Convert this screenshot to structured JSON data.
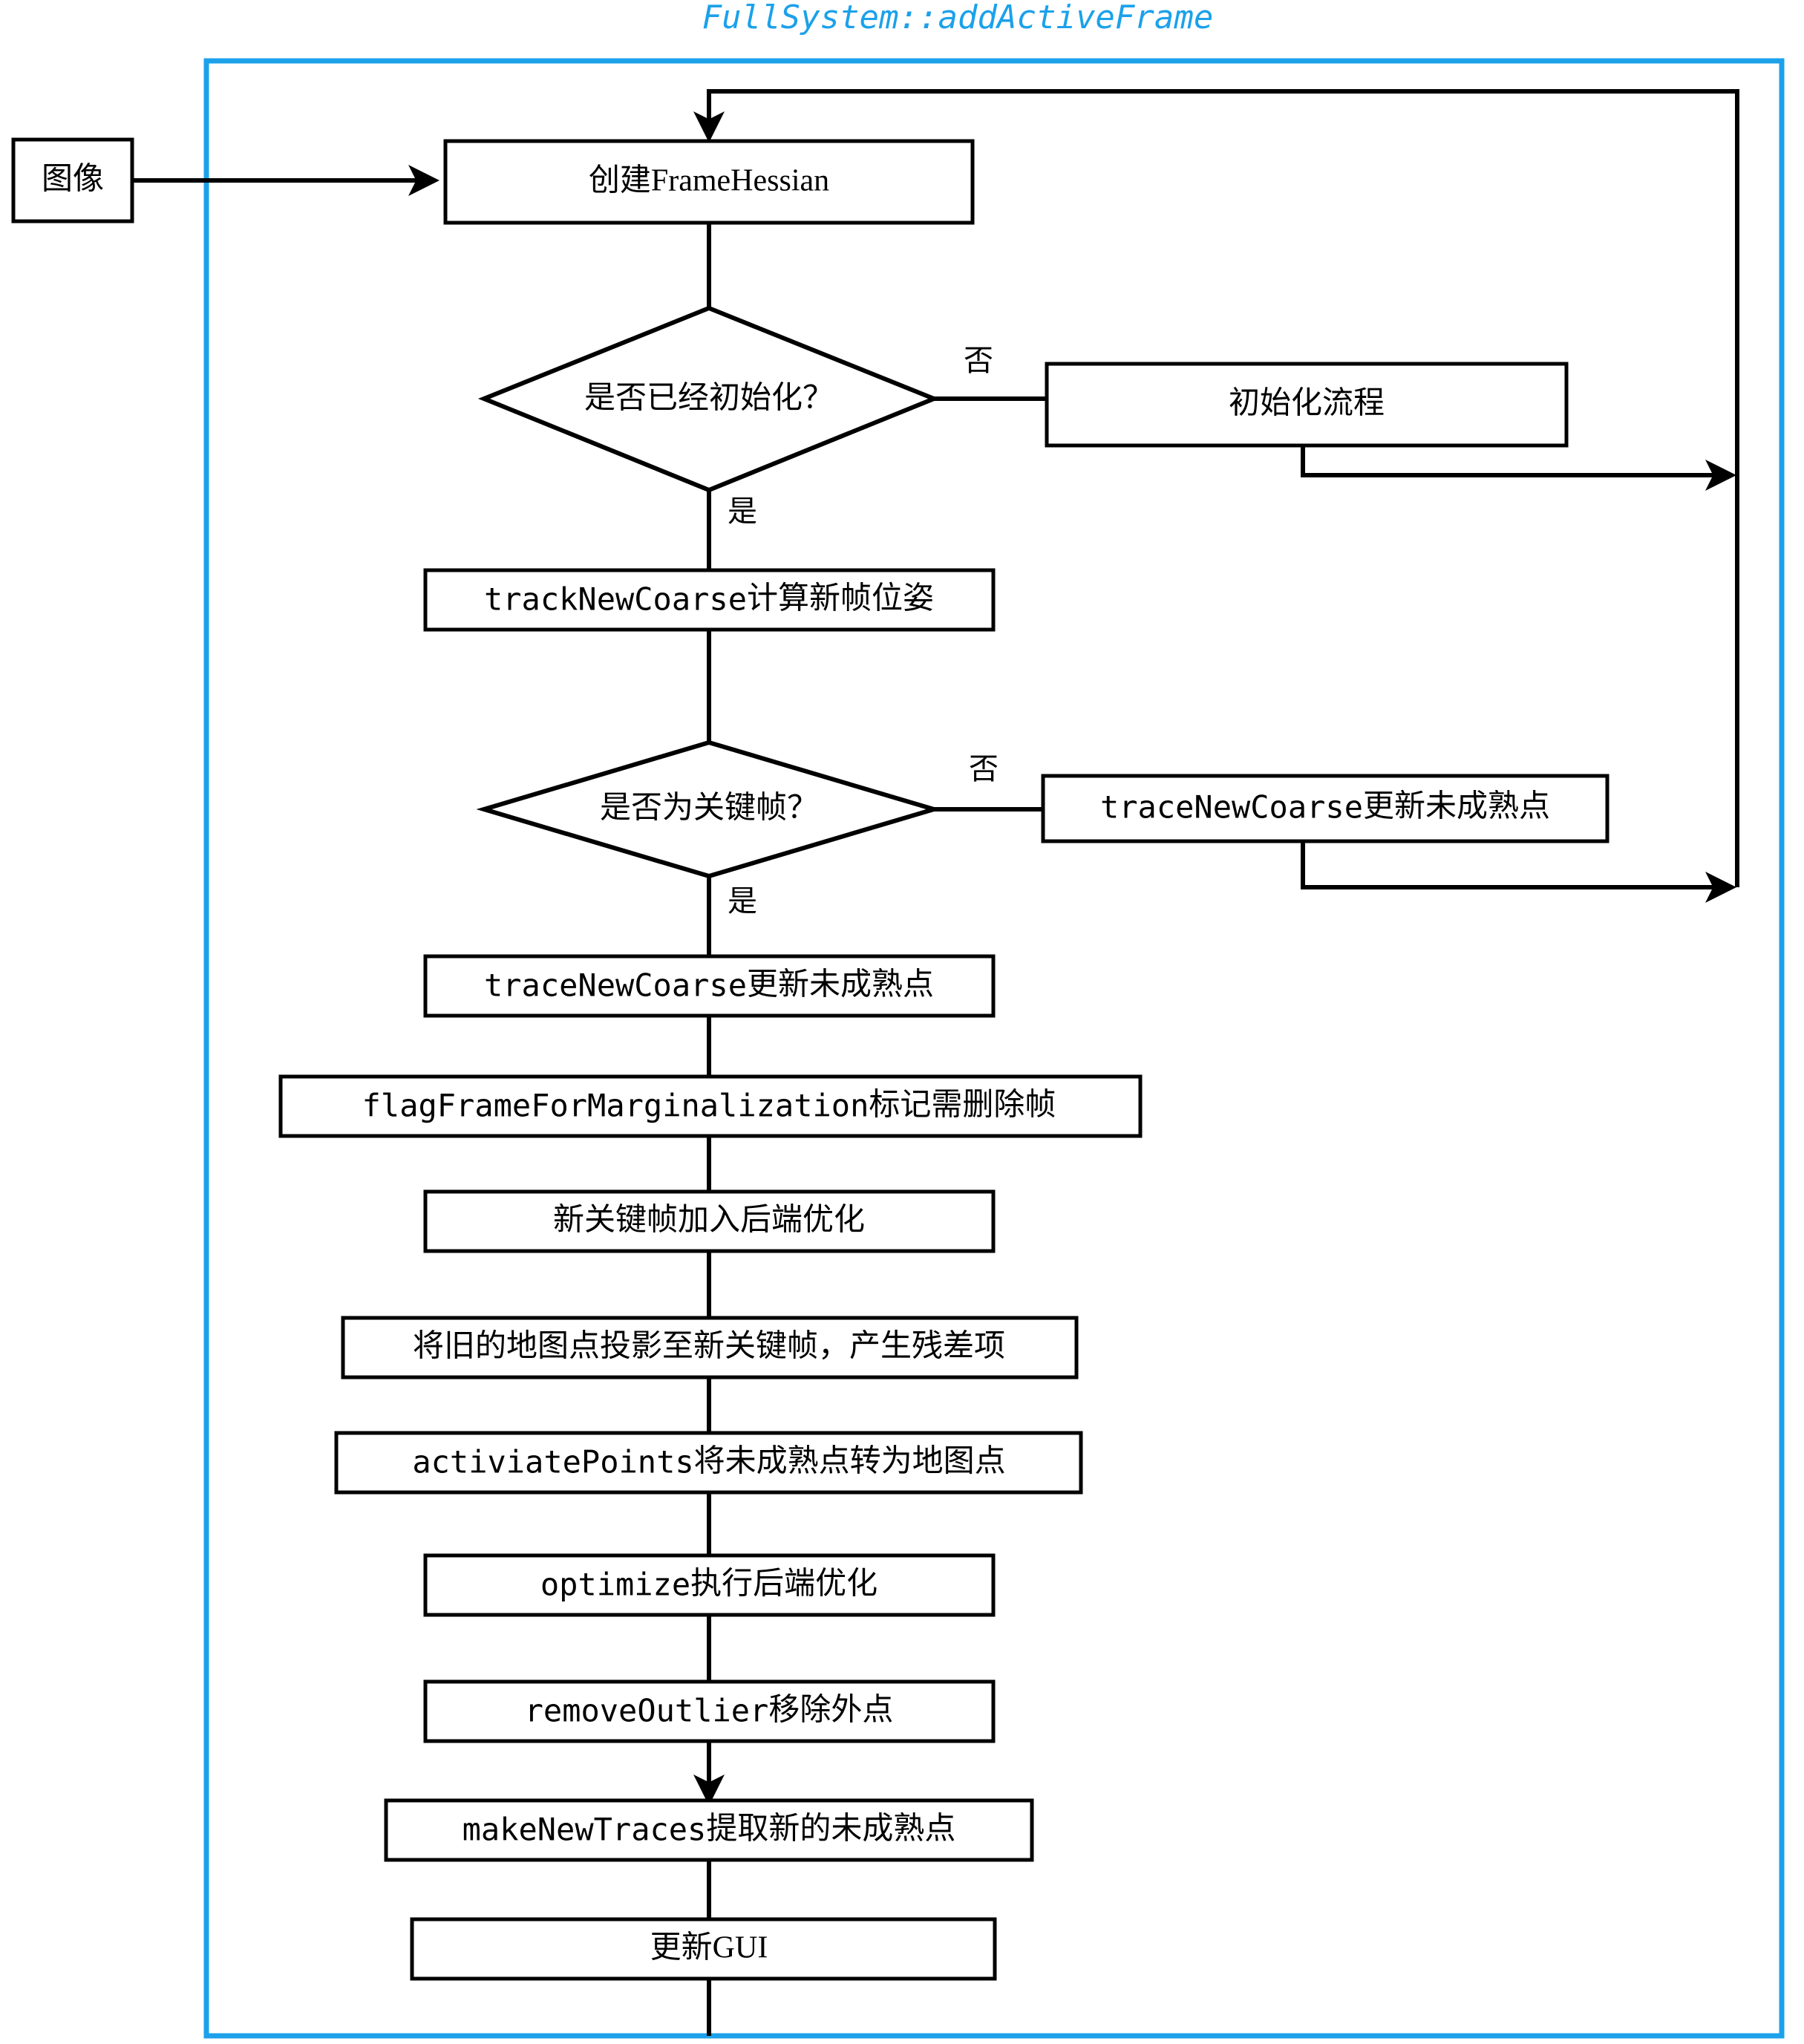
{
  "diagram": {
    "title": "FullSystem::addActiveFrame",
    "title_color": "#1ca1ea",
    "container_border_color": "#1ca1ea",
    "type": "flowchart",
    "external_input": {
      "label": "图像"
    },
    "nodes": [
      {
        "id": "create-frame-hessian",
        "shape": "rect",
        "mono": "",
        "cn": "创建FrameHessian",
        "full": "创建FrameHessian"
      },
      {
        "id": "is-initialized",
        "shape": "diamond",
        "cn": "是否已经初始化？",
        "full": "是否已经初始化？"
      },
      {
        "id": "init-process",
        "shape": "rect",
        "mono": "",
        "cn": "初始化流程",
        "full": "初始化流程"
      },
      {
        "id": "track-new-coarse",
        "shape": "rect",
        "mono": "trackNewCoarse",
        "cn": "计算新帧位姿",
        "full": "trackNewCoarse计算新帧位姿"
      },
      {
        "id": "is-keyframe",
        "shape": "diamond",
        "cn": "是否为关键帧？",
        "full": "是否为关键帧？"
      },
      {
        "id": "trace-new-coarse-branch",
        "shape": "rect",
        "mono": "traceNewCoarse",
        "cn": "更新未成熟点",
        "full": "traceNewCoarse更新未成熟点"
      },
      {
        "id": "trace-new-coarse-main",
        "shape": "rect",
        "mono": "traceNewCoarse",
        "cn": "更新未成熟点",
        "full": "traceNewCoarse更新未成熟点"
      },
      {
        "id": "flag-frame-for-marginalization",
        "shape": "rect",
        "mono": "flagFrameForMarginalization",
        "cn": "标记需删除帧",
        "full": "flagFrameForMarginalization标记需删除帧"
      },
      {
        "id": "add-keyframe-to-backend",
        "shape": "rect",
        "mono": "",
        "cn": "新关键帧加入后端优化",
        "full": "新关键帧加入后端优化"
      },
      {
        "id": "project-old-points",
        "shape": "rect",
        "mono": "",
        "cn": "将旧的地图点投影至新关键帧，产生残差项",
        "full": "将旧的地图点投影至新关键帧，产生残差项"
      },
      {
        "id": "activiate-points",
        "shape": "rect",
        "mono": "activiatePoints",
        "cn": "将未成熟点转为地图点",
        "full": "activiatePoints将未成熟点转为地图点"
      },
      {
        "id": "optimize",
        "shape": "rect",
        "mono": "optimize",
        "cn": "执行后端优化",
        "full": "optimize执行后端优化"
      },
      {
        "id": "remove-outlier",
        "shape": "rect",
        "mono": "removeOutlier",
        "cn": "移除外点",
        "full": "removeOutlier移除外点"
      },
      {
        "id": "make-new-traces",
        "shape": "rect",
        "mono": "makeNewTraces",
        "cn": "提取新的未成熟点",
        "full": "makeNewTraces提取新的未成熟点"
      },
      {
        "id": "update-gui",
        "shape": "rect",
        "mono": "",
        "cn": "更新GUI",
        "full": "更新GUI"
      }
    ],
    "branch_labels": {
      "init_no": "否",
      "init_yes": "是",
      "keyframe_no": "否",
      "keyframe_yes": "是"
    }
  }
}
